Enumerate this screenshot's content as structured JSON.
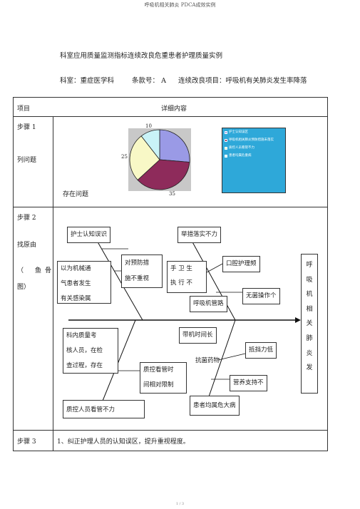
{
  "header": "呼吸机相关肺炎 PDCA成效实例",
  "title": "科室应用质量监测指标连续改良危重患者护理质量实例",
  "meta": {
    "dept": "科室：重症医学科",
    "clause": "条款号：  A",
    "project": "连续改良项目：呼吸机有关肺炎发生率降落"
  },
  "table": {
    "col1_header": "项目",
    "col2_header": "详细内容",
    "step1": {
      "label": "步骤 1",
      "sub": "列问题",
      "caption": "存在问题"
    },
    "step2": {
      "label": "步骤 2",
      "sub": "找原由",
      "paren_l": "（",
      "paren_fish": "鱼",
      "paren_bone": "骨",
      "paren_r": "图）"
    },
    "step3": {
      "label": "步骤 3",
      "content": "1、纠正护理人员的认知误区，提升重视程度。"
    }
  },
  "chart_data": {
    "type": "pie",
    "labels": [
      "护士认知误区",
      "呼吸机相关肺炎预防措施未落实",
      "质控人员看管不力",
      "患者均属危重病"
    ],
    "values": [
      25,
      35,
      25,
      10
    ],
    "value_labels": [
      "10",
      "25",
      "35"
    ],
    "colors": [
      "#9a9ae6",
      "#8e2b5b",
      "#f8f8c6",
      "#c9f3f7"
    ]
  },
  "fishbone": {
    "head": [
      "呼",
      "吸",
      "机",
      "相",
      "关",
      "肺",
      "炎",
      "发"
    ],
    "boxes": {
      "nurse_awareness": "护士认知误识",
      "not_implemented": "举措落实不力",
      "prevent_1": "对预防措",
      "prevent_2": "施不重视",
      "vent_1": "以为机械通",
      "vent_2": "气患者发生",
      "vent_3": "有关感染属",
      "handhyg_1": "手  卫  生",
      "handhyg_2": "执  行  不",
      "oral_care": "口腔护理频",
      "aseptic": "无菌操作个",
      "vent_tube": "呼吸机管路",
      "qc_check_1": "科内质量考",
      "qc_check_2": "核人员，在检",
      "qc_check_3": "查过程，存在",
      "long_time": "带机时间长",
      "antibiotic": "抗菌药物",
      "immunity": "抵挡力低",
      "qc_supervise_1": "质控看管时",
      "qc_supervise_2": "间相对限制",
      "nutrition": "营养支持不",
      "critical": "患者均属危大病",
      "qc_staff": "质控人员看管不力"
    }
  },
  "page_number": "1 / 3"
}
